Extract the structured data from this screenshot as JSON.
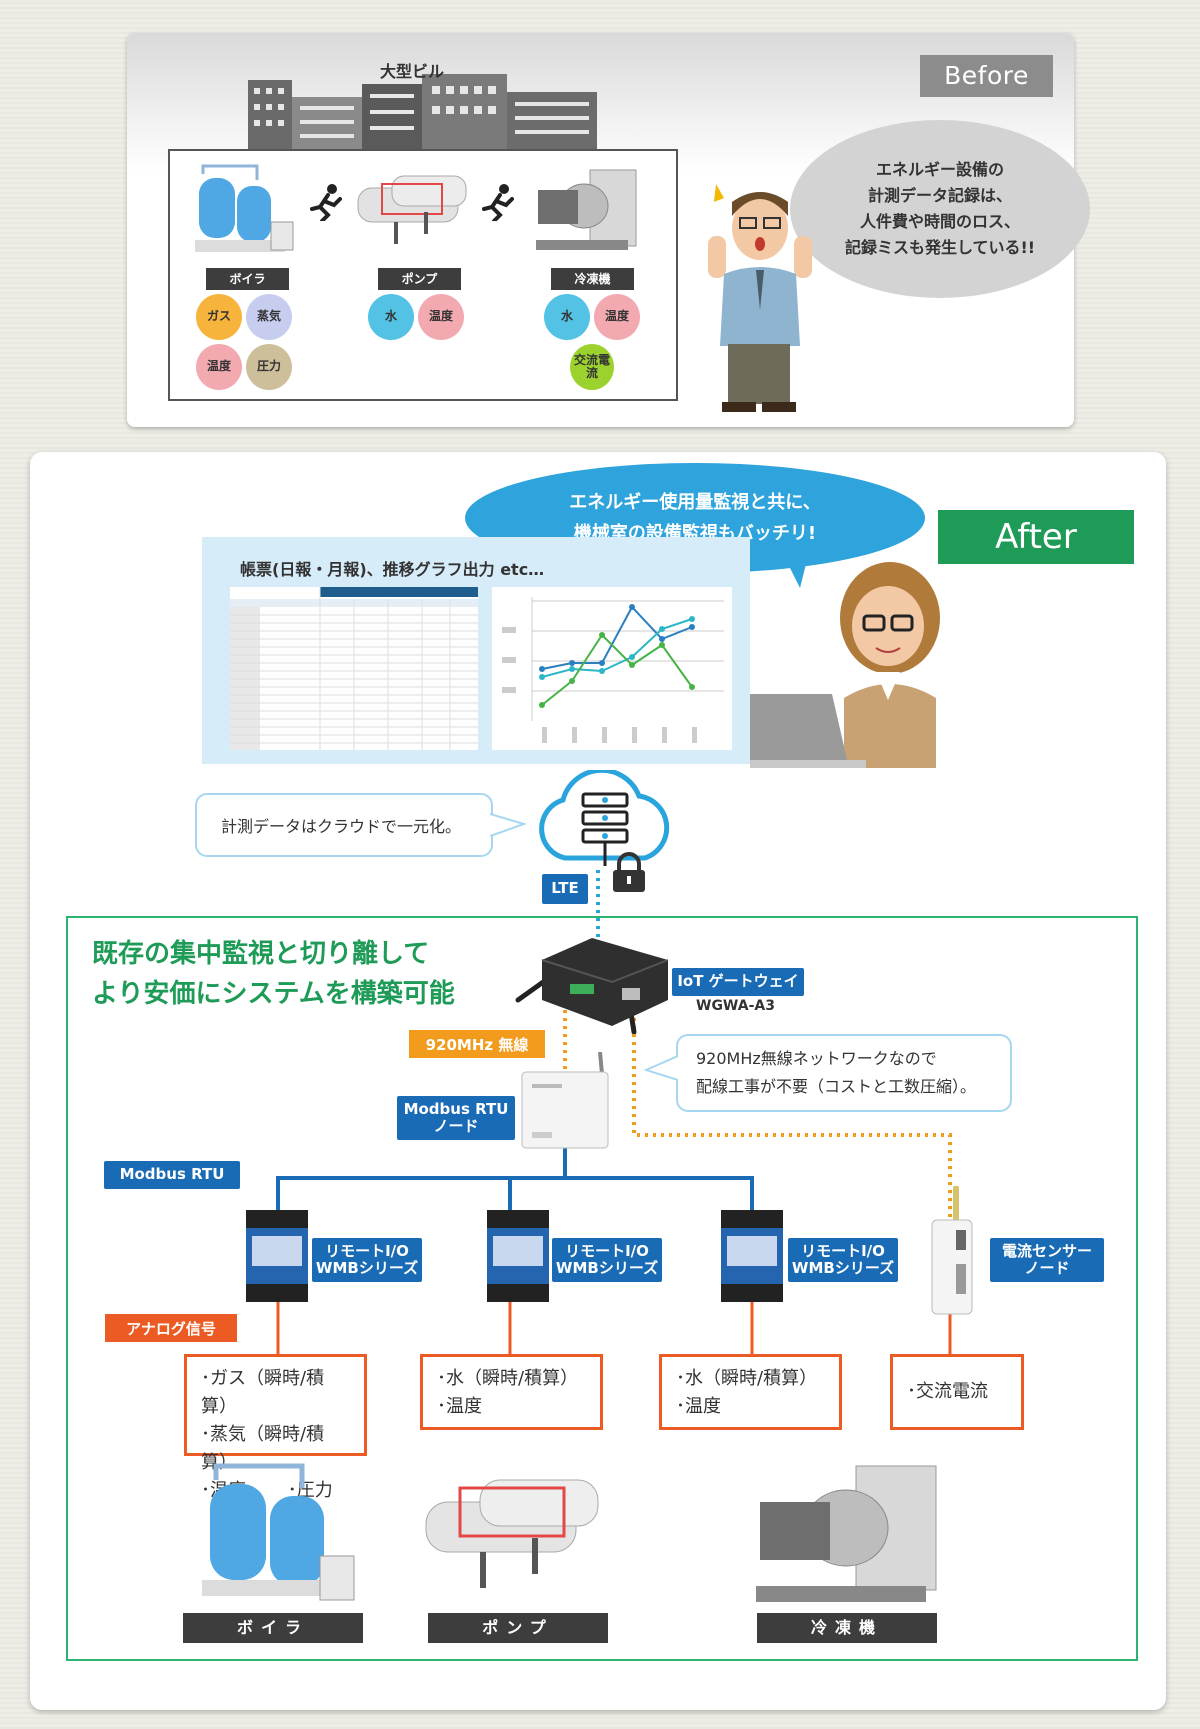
{
  "before": {
    "badge": "Before",
    "building_label": "大型ビル",
    "speech": [
      "エネルギー設備の",
      "計測データ記録は、",
      "人件費や時間のロス、",
      "記録ミスも発生している!!"
    ],
    "equipment": [
      {
        "label": "ボイラ",
        "circles": [
          "ガス",
          "蒸気",
          "温度",
          "圧力"
        ]
      },
      {
        "label": "ポンプ",
        "circles": [
          "水",
          "温度"
        ]
      },
      {
        "label": "冷凍機",
        "circles": [
          "水",
          "温度",
          "交流電流"
        ]
      }
    ]
  },
  "after": {
    "badge": "After",
    "speech": [
      "エネルギー使用量監視と共に、",
      "機械室の設備監視もバッチリ!"
    ],
    "report_title": "帳票(日報・月報)、推移グラフ出力 etc…",
    "cloud_note": "計測データはクラウドで一元化。",
    "lte_label": "LTE",
    "headline": [
      "既存の集中監視と切り離して",
      "より安価にシステムを構築可能"
    ],
    "gateway_tag": "IoT ゲートウェイ",
    "gateway_model": "WGWA-A3",
    "wireless_tag": "920MHz 無線",
    "wireless_note": [
      "920MHz無線ネットワークなので",
      "配線工事が不要（コストと工数圧縮）。"
    ],
    "modbus_node_tag": [
      "Modbus RTU",
      "ノード"
    ],
    "modbus_rtu_tag": "Modbus RTU",
    "remote_io_tag": [
      "リモートI/O",
      "WMBシリーズ"
    ],
    "current_sensor_tag": [
      "電流センサー",
      "ノード"
    ],
    "analog_tag": "アナログ信号",
    "signals": [
      [
        "･ガス（瞬時/積算）",
        "･蒸気（瞬時/積算）",
        "･温度　　 ･圧力"
      ],
      [
        "･水（瞬時/積算）",
        "･温度"
      ],
      [
        "･水（瞬時/積算）",
        "･温度"
      ],
      [
        "･交流電流"
      ]
    ],
    "equipment_labels": [
      "ボイラ",
      "ポンプ",
      "冷凍機"
    ]
  },
  "colors": {
    "accent_green": "#1e9b57",
    "accent_blue": "#1a6bb5",
    "accent_orange": "#f29b1d",
    "accent_red": "#ec5b24",
    "speech_blue": "#2ea3dc"
  }
}
